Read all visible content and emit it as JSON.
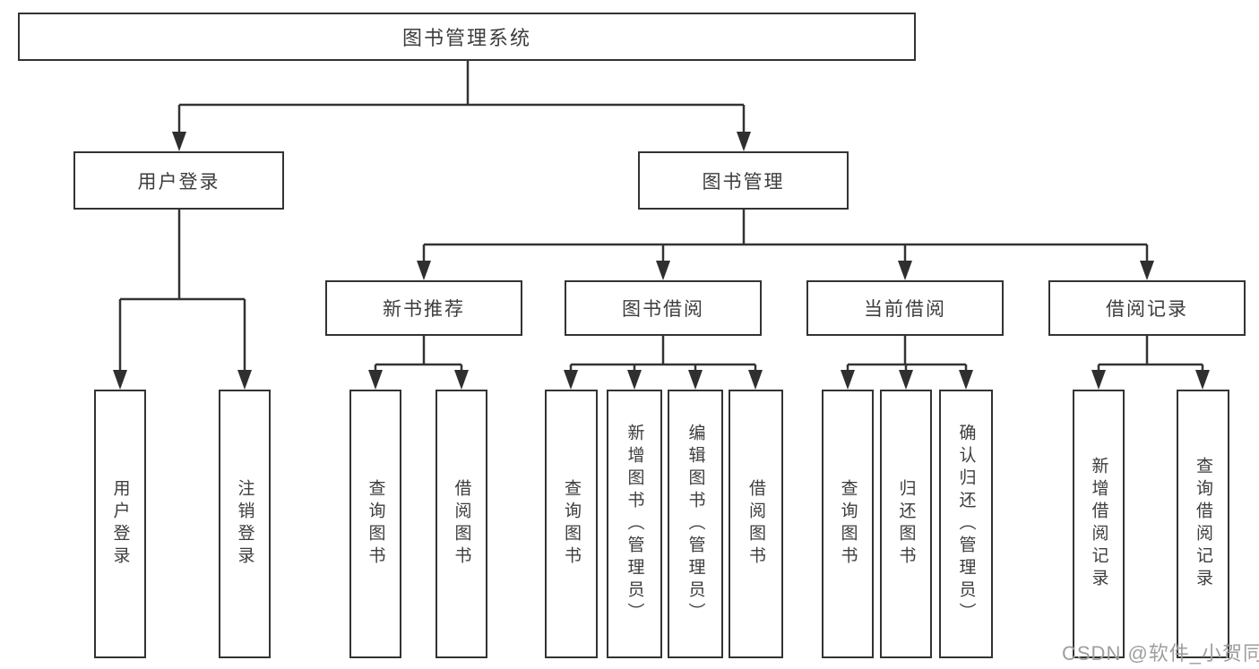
{
  "nodes": {
    "root": {
      "label": "图书管理系统"
    },
    "user_login": {
      "label": "用户登录"
    },
    "book_mgmt": {
      "label": "图书管理"
    },
    "leaf_user_login": {
      "label": "用户登录"
    },
    "leaf_logout": {
      "label": "注销登录"
    },
    "new_book_rec": {
      "label": "新书推荐"
    },
    "book_borrow": {
      "label": "图书借阅"
    },
    "current_borrow": {
      "label": "当前借阅"
    },
    "borrow_records": {
      "label": "借阅记录"
    },
    "nb_query": {
      "label": "查询图书"
    },
    "nb_borrow": {
      "label": "借阅图书"
    },
    "bb_query": {
      "label": "查询图书"
    },
    "bb_add": {
      "label": "新增图书（管理员）"
    },
    "bb_edit": {
      "label": "编辑图书（管理员）"
    },
    "bb_borrow": {
      "label": "借阅图书"
    },
    "cb_query": {
      "label": "查询图书"
    },
    "cb_return": {
      "label": "归还图书"
    },
    "cb_confirm": {
      "label": "确认归还（管理员）"
    },
    "br_add": {
      "label": "新增借阅记录"
    },
    "br_query": {
      "label": "查询借阅记录"
    }
  },
  "watermark": {
    "text": "CSDN @软件_小贺同学"
  },
  "colors": {
    "line": "#333333",
    "arrow": "#2f2f2f",
    "text": "#3d3d3d",
    "watermark": "#9e9e9e",
    "background": "#ffffff"
  }
}
